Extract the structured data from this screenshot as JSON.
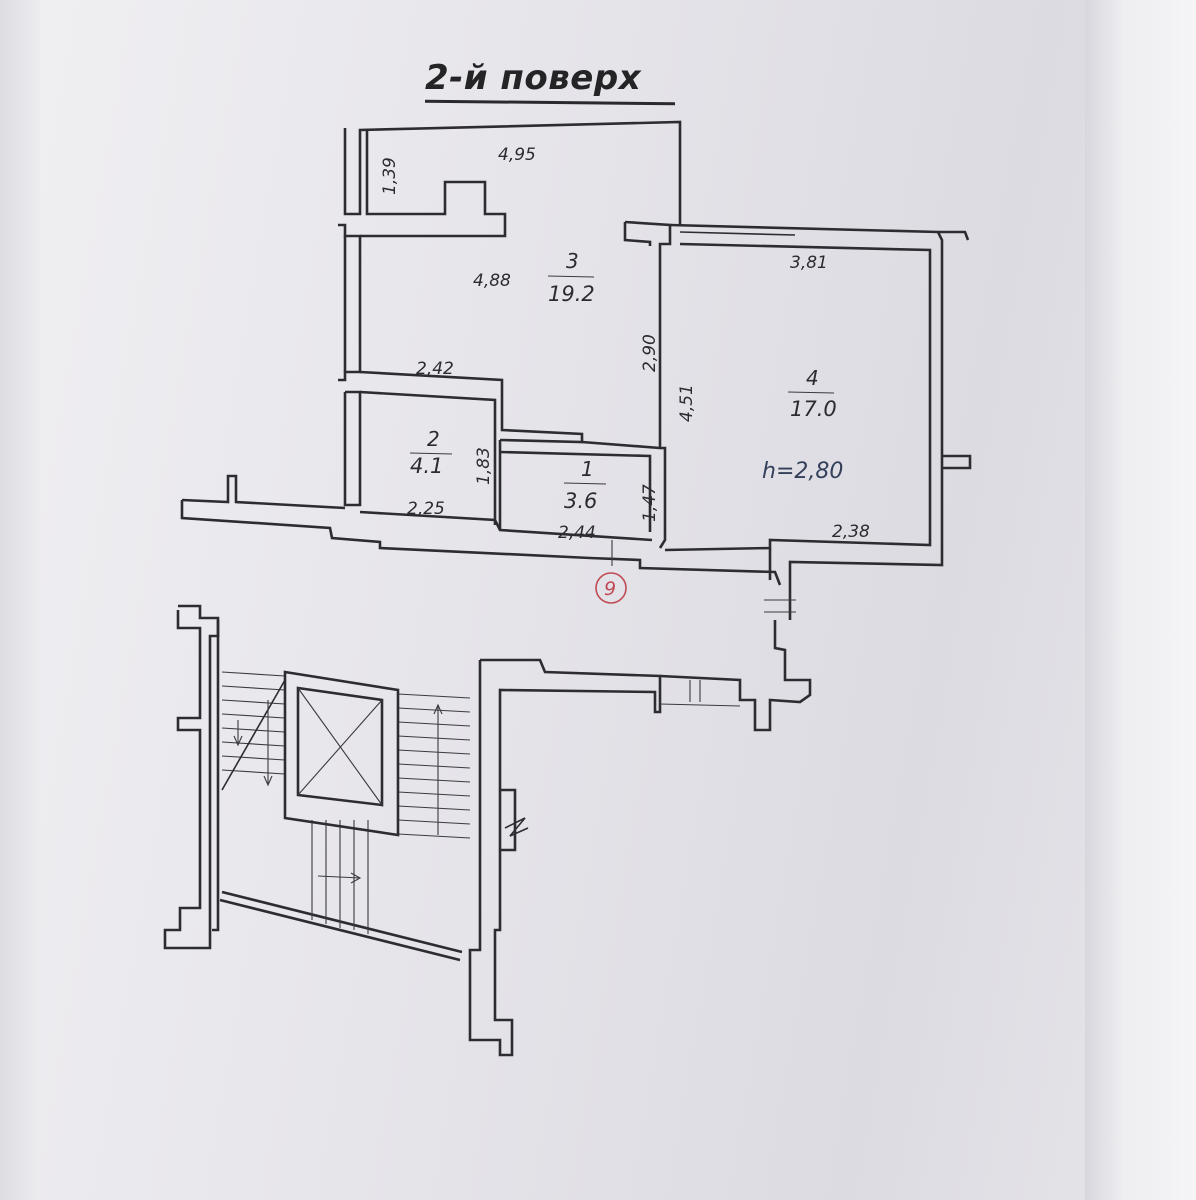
{
  "title": "2-й поверх",
  "colors": {
    "ink": "#2c2c31",
    "axis_marker": "#c04a54",
    "paper": "#e9e8ec"
  },
  "rooms": [
    {
      "number": "3",
      "area": "19.2"
    },
    {
      "number": "4",
      "area": "17.0",
      "height": "h=2,80"
    },
    {
      "number": "2",
      "area": "4.1"
    },
    {
      "number": "1",
      "area": "3.6"
    }
  ],
  "dimensions": {
    "top_width": "4,95",
    "top_left_height": "1,39",
    "room3_width": "4,88",
    "room3_right_height": "2,90",
    "room2_top_width": "2,42",
    "room2_height": "1,83",
    "room2_bottom_width": "2,25",
    "room1_height": "1,47",
    "room1_bottom_width": "2,44",
    "room4_left_height": "4,51",
    "room4_top_width": "3,81",
    "room4_bottom_width": "2,38"
  },
  "axis_marker": "9",
  "icons": [
    "elevator-shaft-icon",
    "stair-arrow-icon"
  ]
}
